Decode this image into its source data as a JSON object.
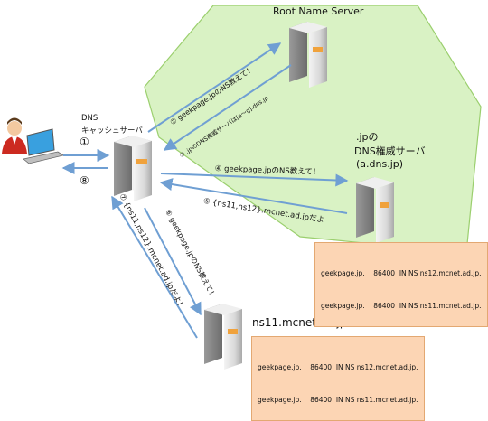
{
  "root_server": {
    "title": "Root Name Server"
  },
  "cache_server": {
    "line1": "DNS",
    "line2": "キャッシュサーバ"
  },
  "jp_server": {
    "line1": ".jpの",
    "line2": "DNS権威サーバ",
    "line3": "(a.dns.jp)"
  },
  "ns11_server": {
    "title": "ns11.mcnet.ad.jp"
  },
  "steps": {
    "s1": "①",
    "s8": "⑧",
    "s2": "② geekpage.jpのNS教えて！",
    "s3": "③ .jpのDNS権威サーバは[a～g].dns.jp",
    "s4": "④ geekpage.jpのNS教えて！",
    "s5": "⑤ {ns11,ns12}.mcnet.ad.jpだよ",
    "s6": "⑥ geekpage.jpのNS教えて！",
    "s7": "⑦ {ns11,ns12}.mcnet.ad.jpだよ！"
  },
  "jp_records": [
    "geekpage.jp.    86400  IN NS ns12.mcnet.ad.jp.",
    "geekpage.jp.    86400  IN NS ns11.mcnet.ad.jp."
  ],
  "ns11_records": [
    "geekpage.jp.    86400  IN NS ns12.mcnet.ad.jp.",
    "geekpage.jp.    86400  IN NS ns11.mcnet.ad.jp."
  ],
  "colors": {
    "zone_fill": "#d9f2c4",
    "zone_stroke": "#9bcf6e",
    "arrow": "#6f9fd3",
    "record_box": "#fcd5b4"
  }
}
